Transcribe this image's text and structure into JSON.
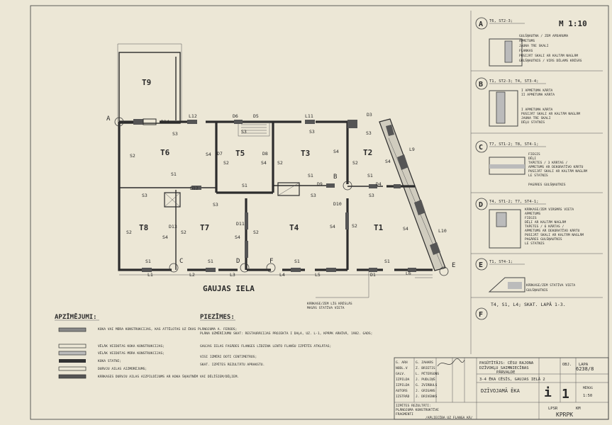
{
  "scale": "M 1:10",
  "street_name": "GAUJAS IELA",
  "rooms": {
    "t9": "T9",
    "t6": "T6",
    "t5": "T5",
    "t3": "T3",
    "t2": "T2",
    "t8": "T8",
    "t7": "T7",
    "t4": "T4",
    "t1": "T1"
  },
  "plan_marks": {
    "A": "A",
    "B": "B",
    "C": "C",
    "D": "D",
    "E": "E",
    "F": "F",
    "D14": "D14",
    "L12": "L12",
    "D6": "D6",
    "D5": "D5",
    "L11": "L11",
    "D3": "D3",
    "L9": "L9",
    "L10": "L10",
    "S3": "S3",
    "S2": "S2",
    "S4": "S4",
    "S1": "S1",
    "D7": "D7",
    "D8": "D8",
    "D12": "D12",
    "D9": "D9",
    "D4": "D4",
    "D10": "D10",
    "D11": "D11",
    "D13": "D13",
    "L1": "L1",
    "L2": "L2",
    "L3": "L3",
    "L4": "L4",
    "L5": "L5",
    "L6": "L6",
    "D1": "D1"
  },
  "callout": [
    "KĀRKASE/ZEM LĪG KRĒSLĀS",
    "MASĀS STATĪVA VIETA"
  ],
  "details": [
    {
      "letter": "A",
      "title": "T6, ST2-3;",
      "notes": [
        "GULŠŅAUTNA / ZEM APDARUMA",
        "APMETUMS",
        "JAUNA TRE SKALI",
        "FLANKAS",
        "PUSIJĀT SKALI AR KALTĀM NAGLĀM",
        "GULŠŅAUTNIS / VIRS DĒLAMS KRĒSĀS"
      ]
    },
    {
      "letter": "B",
      "title": "T1, ST2-3; T4, ST3-4;",
      "notes": [
        "I APMETUMA KĀRTA",
        "II APMETUMA KĀRTA",
        "I APMETUMA KĀRTA",
        "PUSIJĀT SKALI AR KALTĀM NAGLĀM",
        "JAUNA TRE SKALI",
        "DĒĻU STATNIS"
      ]
    },
    {
      "letter": "C",
      "title": "T7, ST1-2; T8, ST4-1;",
      "notes": [
        "FIEGIS",
        "DĒĻI",
        "TAPETES / 3 KĀRTAS /",
        "APMETUMS AR DEKORATĪVO KĀRTU",
        "PUSIJĀT SKALI AR KALTĀM NAGLĀM",
        "LE STATNIS",
        "PAGĀRES GULŠŅAUTNIS"
      ]
    },
    {
      "letter": "D",
      "title": "T4, ST1-2; T7, ST4-1;",
      "notes": [
        "KĀRKASE/ZEM VIRSMĀS VIETA",
        "APMETUMS",
        "FIEGIS",
        "DĒĻI AR KALTĀM NAGLĀM",
        "TAPETES / 6 KĀRTAS /",
        "APMETUMS AR DEKORATĪVO KĀRTU",
        "PUSIJĀT SKALI AR KALTĀM NAGLĀM",
        "PAGĀRES GULŠŅAUTNIS",
        "LE STATNIS"
      ]
    },
    {
      "letter": "E",
      "title": "T1, ST4-1;",
      "notes": [
        "KĀRKASE/ZEM STATĪVA VIETA",
        "GULŠŅAUTNIS"
      ]
    },
    {
      "letter": "F",
      "title": "T4, S1, L4; SKAT. LAPĀ 1-3.",
      "notes": []
    }
  ],
  "legend": {
    "title": "APZĪMĒJUMI:",
    "items": [
      "KOKA VAI MŪRA KONSTRUKCIJAS, KAS ATTĒLOTAS UZ ĒKAS PLĀNOJUMA A. FERODS;",
      "VĒLĀK VEIDOTAS KOKA KONSTRUKCIJAS;",
      "VĒLĀK VEIDOTAS MŪRA KONSTRUKCIJAS;",
      "KOKA STATNI;",
      "DURVJU AILAS AIZMŪRĒJUMS;",
      "KĀRKASES DURVJU AILAS AIZPILDĪJUMS AR KOKA ŠĶAUTNĒM VAI DĒLĪŠIEM/DĒĻIEM."
    ]
  },
  "notes": {
    "title": "PIEZĪMES:",
    "items": [
      "PLĀNA UZMĒRĪJUMU SKAT: RESTAURĀCIJAS PROJEKTA I DAĻA, UZ. L-1, KPRPK ARHĪVĀ, 1982. GADS;",
      "GAUJAS IELAS FASĀDES FLANGES LĪDZINA LENTO FLANŠU IZPĒTĒS ATKLĀTAS;",
      "VISI IZMĒRI DOTI CENTIMETROS;",
      "SKAT. IZPĒTES REZULTĀTU APRAKSTU."
    ]
  },
  "titleblock": {
    "roles": [
      "G. ARH",
      "NODL.V",
      "GALV.",
      "IZPILDA",
      "IZPILDA",
      "AUTORS",
      "IZSTRĀD"
    ],
    "names": [
      "G. ZAHARS",
      "Z. BRIETIS",
      "L. PĒTERSONS",
      "J. PUDLIŅŠ",
      "G. ZVIRBULS",
      "J. GRIGANS",
      "J. DRIVENKS"
    ],
    "project_lines": [
      "PASŪTĪTĀJS: CĒSU RAJONA",
      "DZĪVOKĻU SAIMNIECĪBAS",
      "PĀRVALDE"
    ],
    "object": "3-4 ĒKA CĒSĪS, GAUJAS IELĀ 2",
    "drawing": "DZĪVOJAMĀ ĒKA",
    "drawing_sub": [
      "IZPĒTES REZULTĀTI:",
      "PLĀNOJUMA KONSTRUKTĪVE",
      "FRAGMENTI",
      "/APLIECĪBA UZ FLANGA KĀ/"
    ],
    "stage": "OBJ.",
    "stage_no": "i",
    "sheet": "1",
    "sheet_label": "LAPA",
    "scale_label": "MĒROG",
    "scale_val": "1:50",
    "code": "6238/8",
    "org1": "LPSR",
    "org2": "KM",
    "org3": "KPRPK"
  }
}
